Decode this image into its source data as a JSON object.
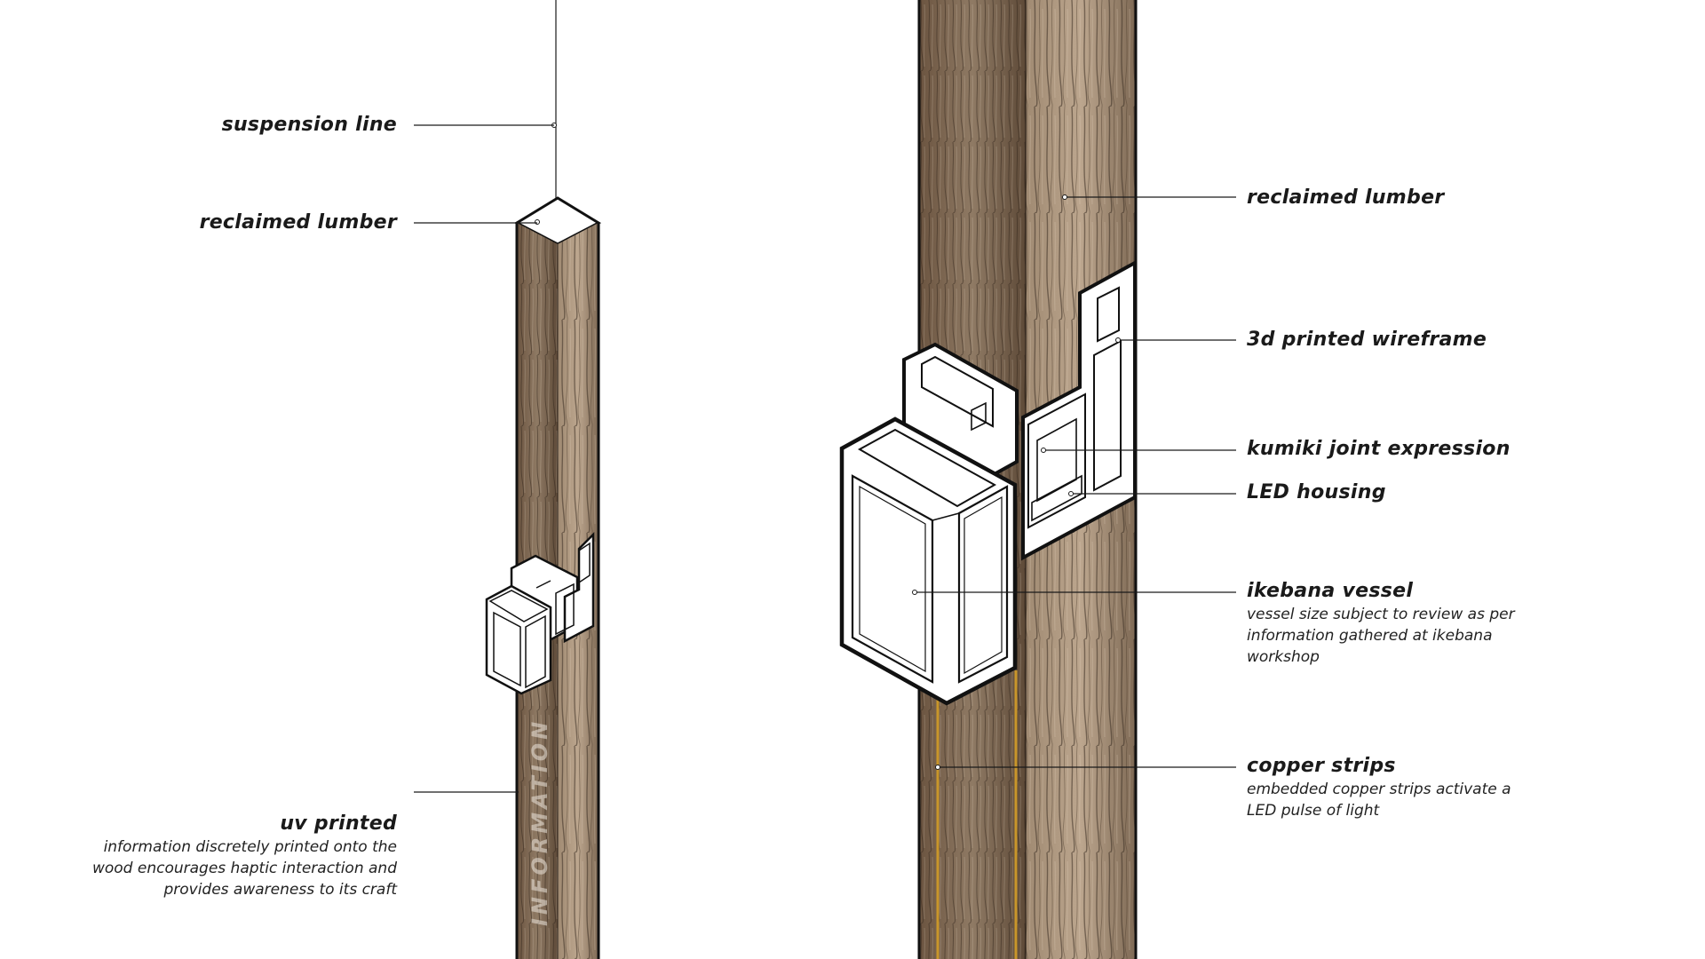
{
  "left_callouts": {
    "suspension_line": "suspension line",
    "reclaimed_lumber": "reclaimed lumber",
    "uv_printed": {
      "title": "uv printed",
      "desc": [
        "information discretely printed onto the",
        "wood encourages haptic interaction and",
        "provides awareness to its craft"
      ]
    }
  },
  "post_engraving": "INFORMATION",
  "right_callouts": {
    "reclaimed_lumber": "reclaimed lumber",
    "wireframe": "3d printed wireframe",
    "kumiki": "kumiki joint expression",
    "led_housing": "LED housing",
    "ikebana": {
      "title": "ikebana vessel",
      "desc": [
        "vessel size subject to review as per",
        "information gathered at ikebana",
        "workshop"
      ]
    },
    "copper": {
      "title": "copper strips",
      "desc": [
        "embedded copper strips activate a",
        "LED pulse of light"
      ]
    }
  },
  "colors": {
    "wood_dark": "#5a4634",
    "wood_mid": "#8a7561",
    "wood_light": "#b9a38c",
    "copper": "#c9962a",
    "line": "#1a1a1a"
  }
}
